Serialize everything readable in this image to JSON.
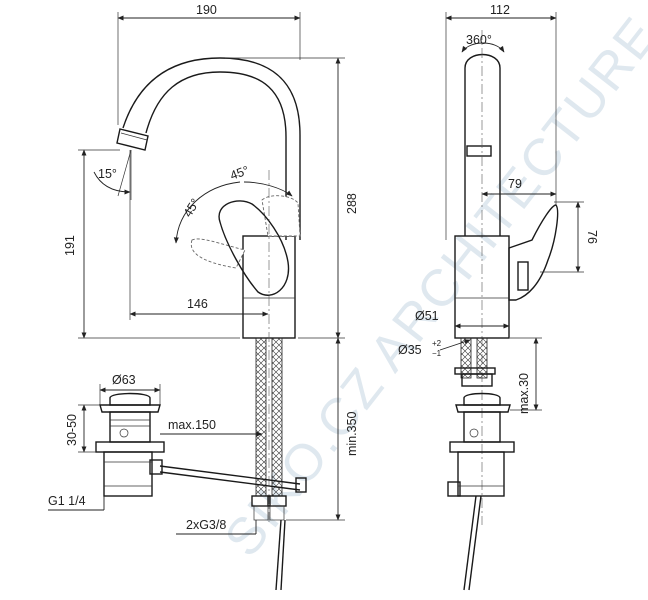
{
  "watermark": "SIKO.CZ ARCHITECTURE",
  "front_view": {
    "width": "190",
    "height": "288",
    "outlet_height": "191",
    "reach": "146",
    "outlet_angle": "15°",
    "lever_angle_left": "45°",
    "lever_angle_right": "45°",
    "hose_length": "min.350",
    "pipe_max": "max.150",
    "drain_diameter": "Ø63",
    "drain_range": "30-50",
    "drain_thread": "G1 1/4",
    "connections": "2xG3/8"
  },
  "side_view": {
    "depth": "112",
    "rotation": "360°",
    "lever_offset": "79",
    "lever_height": "76",
    "body_diameter": "Ø51",
    "hole_diameter": "Ø35",
    "tolerance_upper": "+2",
    "tolerance_lower": "−1",
    "deck_max": "max.30"
  }
}
